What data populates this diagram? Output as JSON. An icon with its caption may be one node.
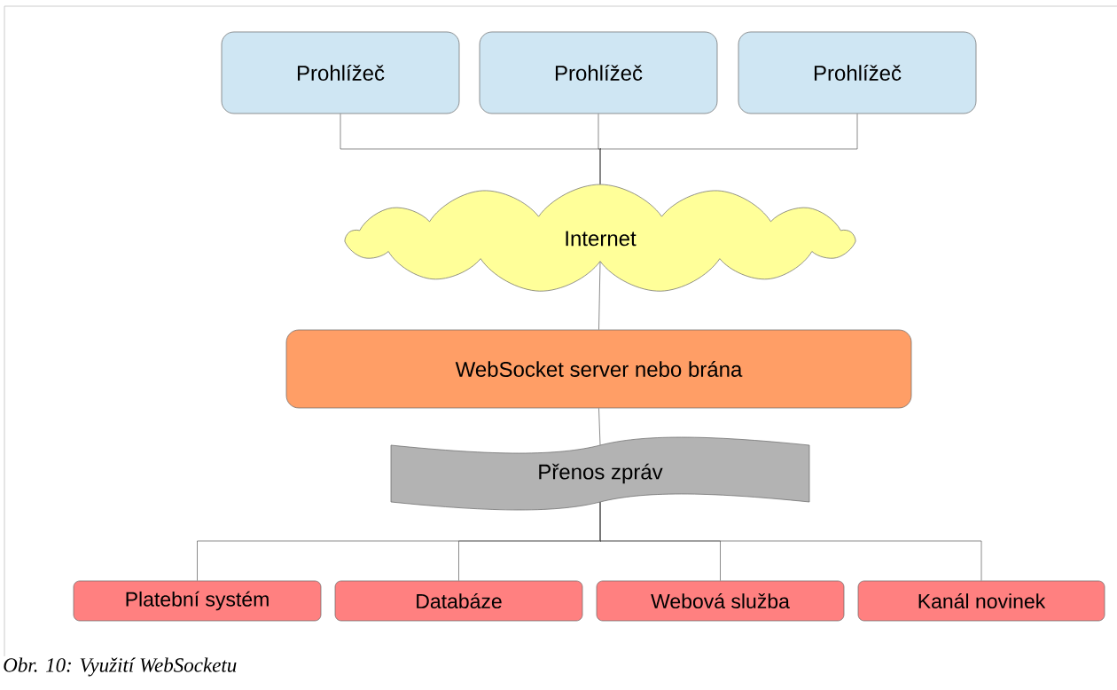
{
  "diagram": {
    "caption": "Obr. 10: Využití WebSocketu",
    "nodes": [
      {
        "text": [
          "Prohlížeč"
        ]
      },
      {
        "text": [
          "Prohlížeč"
        ]
      },
      {
        "text": [
          "Prohlížeč"
        ]
      },
      {
        "text": [
          "Internet"
        ]
      },
      {
        "text": [
          "WebSocket server nebo brána"
        ]
      },
      {
        "text": [
          "Přenos zpráv"
        ]
      },
      {
        "text": [
          "Platební systém"
        ]
      },
      {
        "text": [
          "Databáze"
        ]
      },
      {
        "text": [
          "Webová služba"
        ]
      },
      {
        "text": [
          "Kanál novinek"
        ]
      }
    ],
    "edges": [
      {
        "from": 0,
        "to": 3,
        "arrow": "none"
      },
      {
        "from": 1,
        "to": 3,
        "arrow": "none"
      },
      {
        "from": 2,
        "to": 3,
        "arrow": "none"
      },
      {
        "from": 3,
        "to": 4,
        "arrow": "none"
      },
      {
        "from": 4,
        "to": 5,
        "arrow": "none"
      },
      {
        "from": 5,
        "to": 6,
        "arrow": "none"
      },
      {
        "from": 5,
        "to": 7,
        "arrow": "none"
      },
      {
        "from": 5,
        "to": 8,
        "arrow": "none"
      },
      {
        "from": 5,
        "to": 9,
        "arrow": "none"
      }
    ]
  }
}
